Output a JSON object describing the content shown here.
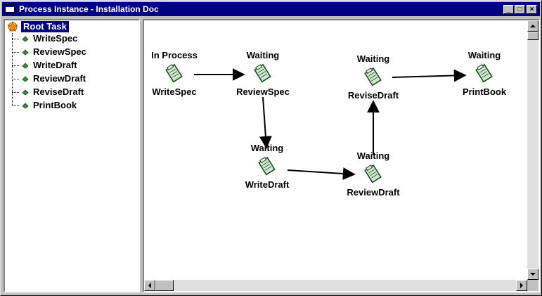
{
  "window": {
    "title": "Process Instance - Installation Doc",
    "buttons": {
      "minimize": "_",
      "maximize": "□",
      "close": "×"
    }
  },
  "tree": {
    "root_label": "Root Task",
    "items": [
      {
        "label": "WriteSpec"
      },
      {
        "label": "ReviewSpec"
      },
      {
        "label": "WriteDraft"
      },
      {
        "label": "ReviewDraft"
      },
      {
        "label": "ReviseDraft"
      },
      {
        "label": "PrintBook"
      }
    ]
  },
  "diagram": {
    "nodes": [
      {
        "id": "writespec",
        "status": "In Process",
        "name": "WriteSpec"
      },
      {
        "id": "reviewspec",
        "status": "Waiting",
        "name": "ReviewSpec"
      },
      {
        "id": "writedraft",
        "status": "Waiting",
        "name": "WriteDraft"
      },
      {
        "id": "reviewdraft",
        "status": "Waiting",
        "name": "ReviewDraft"
      },
      {
        "id": "revisedraft",
        "status": "Waiting",
        "name": "ReviseDraft"
      },
      {
        "id": "printbook",
        "status": "Waiting",
        "name": "PrintBook"
      }
    ],
    "edges": [
      {
        "from": "writespec",
        "to": "reviewspec"
      },
      {
        "from": "reviewspec",
        "to": "writedraft"
      },
      {
        "from": "writedraft",
        "to": "reviewdraft"
      },
      {
        "from": "reviewdraft",
        "to": "revisedraft"
      },
      {
        "from": "revisedraft",
        "to": "printbook"
      }
    ]
  },
  "colors": {
    "titlebar": "#000080",
    "selection": "#000080",
    "clipboard_stroke": "#1e4a1e",
    "clipboard_fill": "#cfe7cf"
  },
  "icons": {
    "app": "window-icon",
    "root": "root-task-icon",
    "leaf": "task-leaf-icon",
    "node": "clipboard-icon"
  }
}
